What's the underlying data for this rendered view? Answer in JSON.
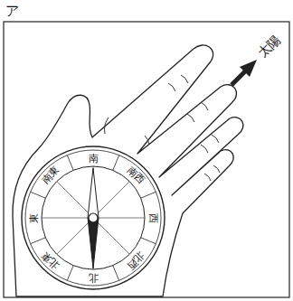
{
  "diagram": {
    "labels": [
      "ア",
      "太陽",
      "南",
      "南西",
      "西",
      "北西",
      "北",
      "北東",
      "東",
      "南東"
    ]
  }
}
